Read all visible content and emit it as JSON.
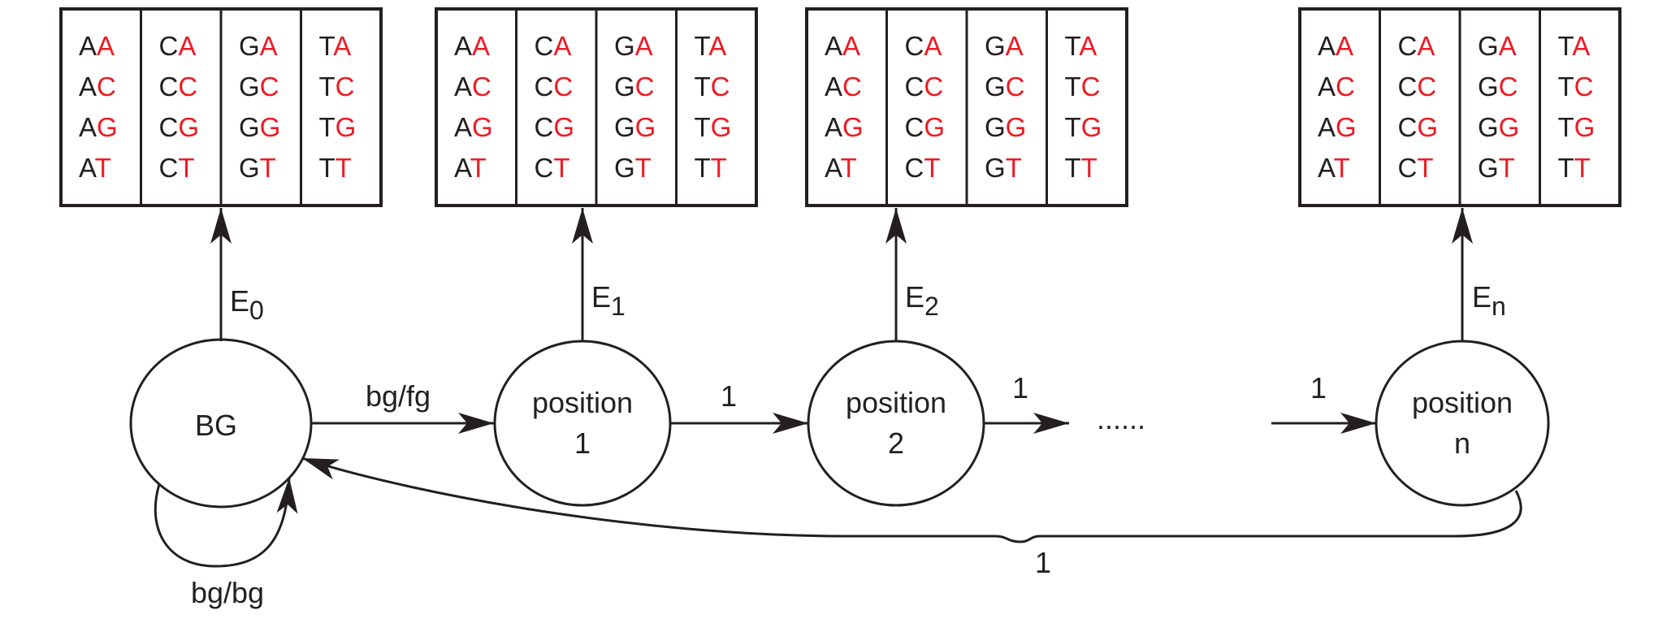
{
  "emission_table": {
    "columns": [
      [
        {
          "first": "A",
          "second": "A"
        },
        {
          "first": "A",
          "second": "C"
        },
        {
          "first": "A",
          "second": "G"
        },
        {
          "first": "A",
          "second": "T"
        }
      ],
      [
        {
          "first": "C",
          "second": "A"
        },
        {
          "first": "C",
          "second": "C"
        },
        {
          "first": "C",
          "second": "G"
        },
        {
          "first": "C",
          "second": "T"
        }
      ],
      [
        {
          "first": "G",
          "second": "A"
        },
        {
          "first": "G",
          "second": "C"
        },
        {
          "first": "G",
          "second": "G"
        },
        {
          "first": "G",
          "second": "T"
        }
      ],
      [
        {
          "first": "T",
          "second": "A"
        },
        {
          "first": "T",
          "second": "C"
        },
        {
          "first": "T",
          "second": "G"
        },
        {
          "first": "T",
          "second": "T"
        }
      ]
    ],
    "colors": {
      "first": "#231f20",
      "second": "#ed1c24"
    }
  },
  "states": [
    {
      "label_lines": [
        "BG"
      ],
      "emission": {
        "base": "E",
        "sub": "0"
      }
    },
    {
      "label_lines": [
        "position",
        "1"
      ],
      "emission": {
        "base": "E",
        "sub": "1"
      }
    },
    {
      "label_lines": [
        "position",
        "2"
      ],
      "emission": {
        "base": "E",
        "sub": "2"
      }
    },
    {
      "label_lines": [
        "position",
        "n"
      ],
      "emission": {
        "base": "E",
        "sub": "n"
      }
    }
  ],
  "transitions": {
    "bg_to_pos1": "bg/fg",
    "pos1_to_pos2": "1",
    "pos2_out": "1",
    "into_posn": "1",
    "posn_to_bg": "1",
    "bg_self": "bg/bg"
  },
  "ellipsis": "......"
}
